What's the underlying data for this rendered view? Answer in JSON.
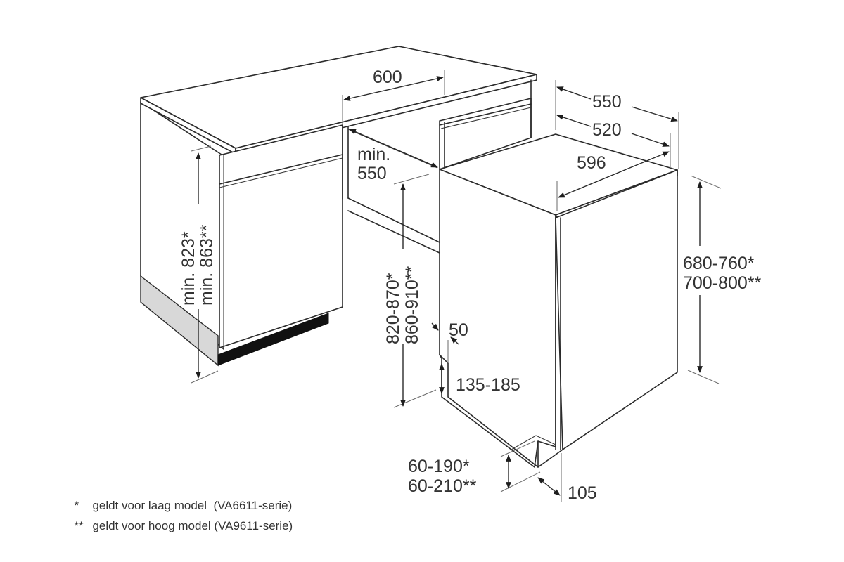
{
  "diagram": {
    "subject": "Integrated dishwasher installation dimensions (mm)",
    "labels": {
      "niche_width": "600",
      "niche_depth_line1": "min.",
      "niche_depth_line2": "550",
      "depth_outer": "550",
      "depth_inner": "520",
      "appliance_width": "596",
      "cabinet_height_line1": "min. 823*",
      "cabinet_height_line2": "min. 863**",
      "niche_height_line1": "820-870*",
      "niche_height_line2": "860-910**",
      "door_offset": "50",
      "plinth_height": "135-185",
      "appliance_height_line1": "680-760*",
      "appliance_height_line2": "700-800**",
      "plinth_adjust_line1": "60-190*",
      "plinth_adjust_line2": "60-210**",
      "plinth_depth": "105"
    },
    "colors": {
      "line": "#2b2b2b",
      "text": "#333333",
      "plinth_grey": "#d8d8d8",
      "plinth_dark": "#111111",
      "background": "#ffffff"
    }
  },
  "footnotes": [
    {
      "mark": "*",
      "text": "geldt voor laag model  (VA6611-serie)"
    },
    {
      "mark": "**",
      "text": "geldt voor hoog model (VA9611-serie)"
    }
  ]
}
